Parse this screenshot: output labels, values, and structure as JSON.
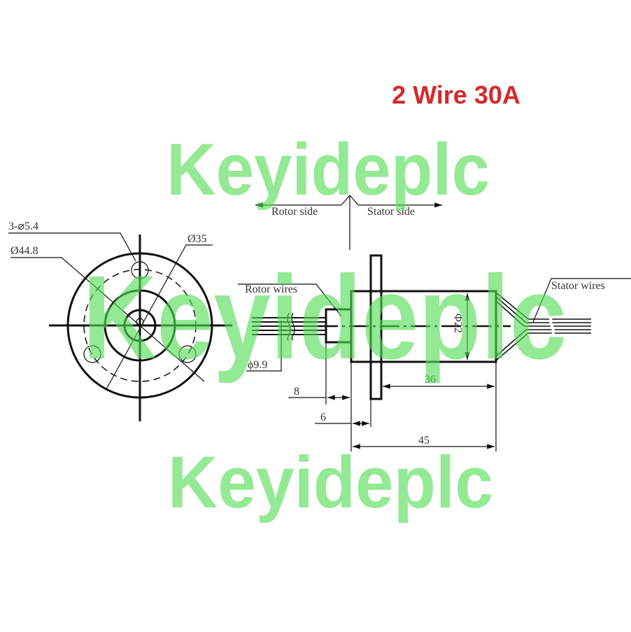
{
  "title": "2 Wire 30A",
  "colors": {
    "title": "#d42a2a",
    "watermark": "#52dc52",
    "lines": "#111111"
  },
  "watermark": "Keyideplc",
  "front_view": {
    "mounting_holes": "3-⌀5.4",
    "outer_diameter": "Ø44.8",
    "pcd_diameter": "Ø35"
  },
  "side_view": {
    "rotor_side": "Rotor side",
    "stator_side": "Stator side",
    "rotor_wires": "Rotor wires",
    "stator_wires": "Stator wires",
    "shaft_diameter": "ϕ9.9",
    "body_diameter": "Φ22",
    "dim_shaft_length": "8",
    "dim_flange_offset": "6",
    "dim_body_after_flange": "36",
    "dim_total_length": "45"
  }
}
